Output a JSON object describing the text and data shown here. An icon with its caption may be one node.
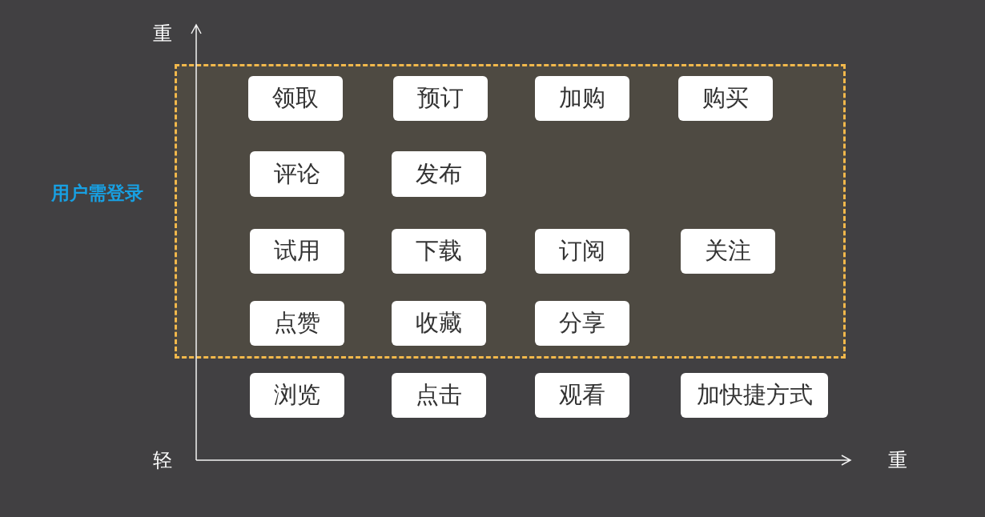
{
  "diagram": {
    "nodes": [
      {
        "text": [],
        "shape": "box",
        "beside": [
          "用户需登录"
        ]
      },
      {
        "text": [
          "领取"
        ],
        "in": 0
      },
      {
        "text": [
          "预订"
        ],
        "in": 0
      },
      {
        "text": [
          "加购"
        ],
        "in": 0
      },
      {
        "text": [
          "购买"
        ],
        "in": 0
      },
      {
        "text": [
          "评论"
        ],
        "in": 0
      },
      {
        "text": [
          "发布"
        ],
        "in": 0
      },
      {
        "text": [
          "试用"
        ],
        "in": 0
      },
      {
        "text": [
          "下载"
        ],
        "in": 0
      },
      {
        "text": [
          "订阅"
        ],
        "in": 0
      },
      {
        "text": [
          "关注"
        ],
        "in": 0
      },
      {
        "text": [
          "点赞"
        ],
        "in": 0
      },
      {
        "text": [
          "收藏"
        ],
        "in": 0
      },
      {
        "text": [
          "分享"
        ],
        "in": 0
      },
      {
        "text": [
          "浏览"
        ]
      },
      {
        "text": [
          "点击"
        ]
      },
      {
        "text": [
          "观看"
        ]
      },
      {
        "text": [
          "加快捷方式"
        ]
      }
    ],
    "labels": [
      "重",
      "轻",
      "重"
    ]
  }
}
